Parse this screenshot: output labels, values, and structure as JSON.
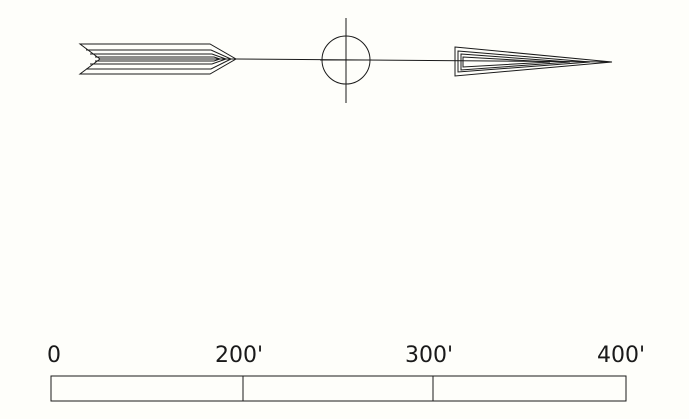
{
  "scale_bar": {
    "tick_labels": [
      "0",
      "200'",
      "300'",
      "400'"
    ],
    "segment_count": 3
  },
  "colors": {
    "background": "#fefefa",
    "ink": "#1a1a1a"
  },
  "icons": {
    "north_arrow": "compass-arrow-icon",
    "center_symbol": "crosshair-circle-icon"
  }
}
